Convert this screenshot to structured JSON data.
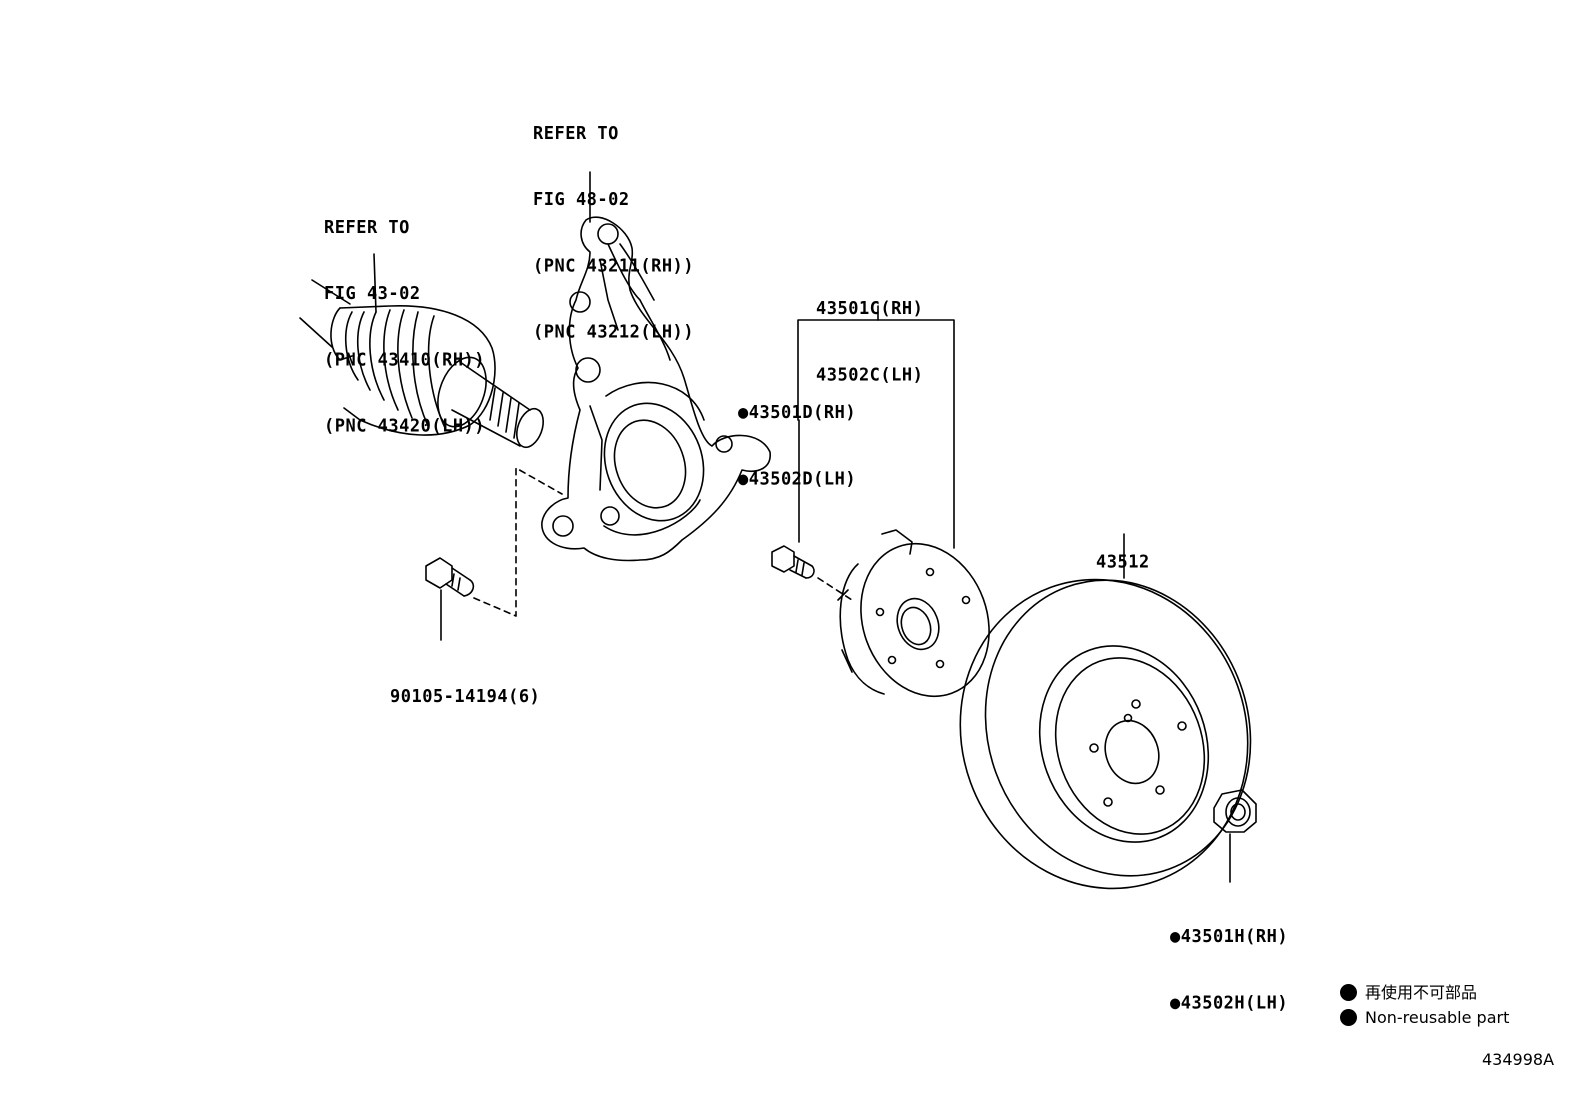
{
  "callouts": {
    "knuckle": [
      "REFER TO",
      "FIG 48-02",
      "(PNC 43211(RH))",
      "(PNC 43212(LH))"
    ],
    "driveshaft": [
      "REFER TO",
      "FIG 43-02",
      "(PNC 43410(RH))",
      "(PNC 43420(LH))"
    ],
    "hub_assy": [
      "43501C(RH)",
      "43502C(LH)"
    ],
    "hub_bolt": [
      "●43501D(RH)",
      "●43502D(LH)"
    ],
    "knuckle_bolt": "90105-14194(6)",
    "rotor": "43512",
    "hub_nut": [
      "●43501H(RH)",
      "●43502H(LH)"
    ]
  },
  "legend": {
    "line1": "再使用不可部品",
    "line2": "Non-reusable part"
  },
  "figure_id": "434998A"
}
